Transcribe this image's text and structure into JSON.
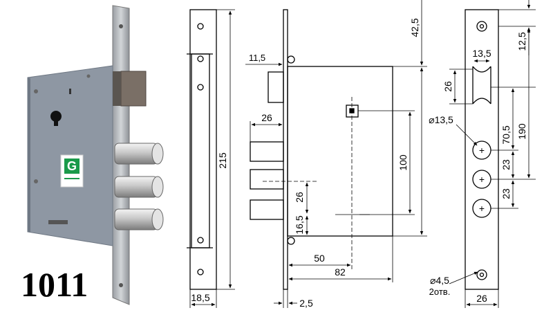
{
  "model_number": "1011",
  "logo_letter": "G",
  "colors": {
    "lock_body": "#8e97a3",
    "lock_body_dark": "#6f7884",
    "strip": "#b9bdc2",
    "bolt": "#c9c9c9",
    "logo_green": "#1a9a4a",
    "line": "#000000"
  },
  "dimensions": {
    "front_width": "18,5",
    "front_height": "215",
    "backset_small": "11,5",
    "side_26": "26",
    "depth_50": "50",
    "depth_82": "82",
    "plate_thickness": "2,5",
    "top_offset": "42,5",
    "body_height": "100",
    "bolt_pitch": "26",
    "bolt_bottom": "16,5",
    "plate_top": "12,5",
    "cyl_width": "13,5",
    "cyl_height": "26",
    "dist_70_5": "70,5",
    "dist_190": "190",
    "bolt_hole_dia": "⌀13,5",
    "pitch_a": "23",
    "pitch_b": "23",
    "screw_dia": "⌀4,5",
    "screw_count": "2отв.",
    "plate_width": "26"
  }
}
